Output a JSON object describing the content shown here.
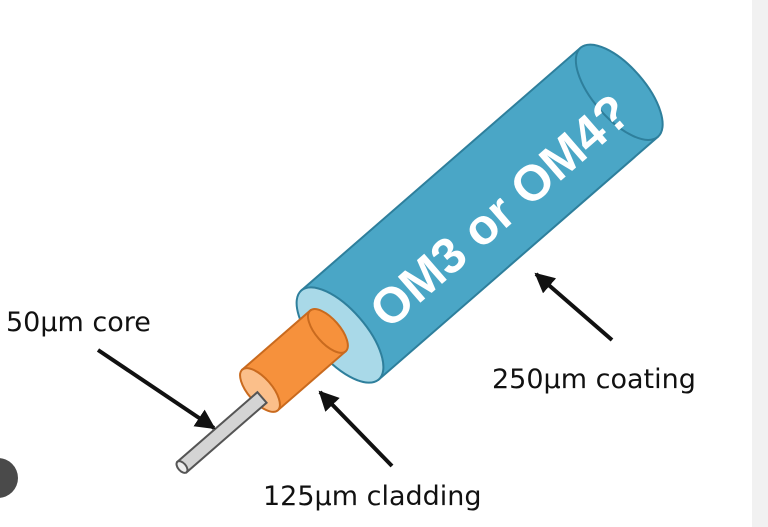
{
  "labels": {
    "core": "50µm core",
    "coating": "250µm coating",
    "cladding": "125µm cladding",
    "cylinder_text": "OM3 or OM4?"
  },
  "colors": {
    "coating_fill": "#4aa6c6",
    "coating_end": "#a9d9e8",
    "coating_stroke": "#2e7f9c",
    "cladding_fill": "#f6913c",
    "cladding_stroke": "#c96a1e",
    "core_fill": "#d4d4d4",
    "arrow": "#111111"
  }
}
